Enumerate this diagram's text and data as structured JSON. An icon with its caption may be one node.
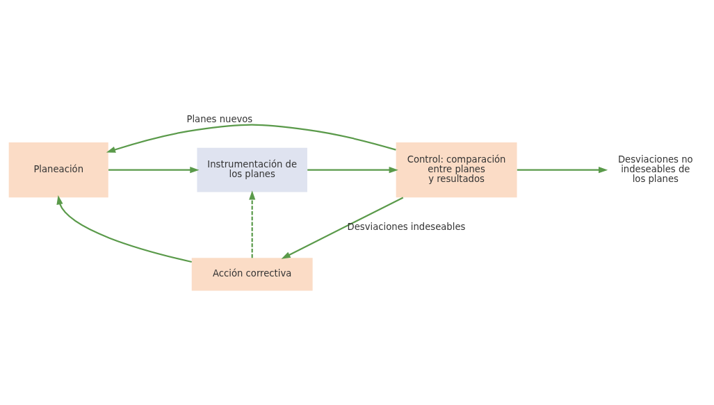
{
  "diagram": {
    "nodes": [
      {
        "text": [
          "Planeación"
        ]
      },
      {
        "text": [
          "Instrumentación de los planes"
        ]
      },
      {
        "text": [
          "Control: comparación entre planes y resultados"
        ]
      },
      {
        "text": [
          "Desviaciones no indeseables de los planes"
        ]
      },
      {
        "text": [
          "Acción correctiva"
        ]
      }
    ],
    "edges": [
      {
        "from": 0,
        "to": 1,
        "arrow": "to"
      },
      {
        "from": 1,
        "to": 2,
        "arrow": "to"
      },
      {
        "from": 2,
        "to": 3,
        "arrow": "to"
      },
      {
        "from": 2,
        "to": 0,
        "arrow": "to",
        "label": "Planes nuevos"
      },
      {
        "from": 2,
        "to": 4,
        "arrow": "to",
        "label": "Desviaciones indeseables"
      },
      {
        "from": 4,
        "to": 0,
        "arrow": "to"
      },
      {
        "from": 4,
        "to": 1,
        "arrow": "to",
        "style": "dashed"
      }
    ]
  }
}
